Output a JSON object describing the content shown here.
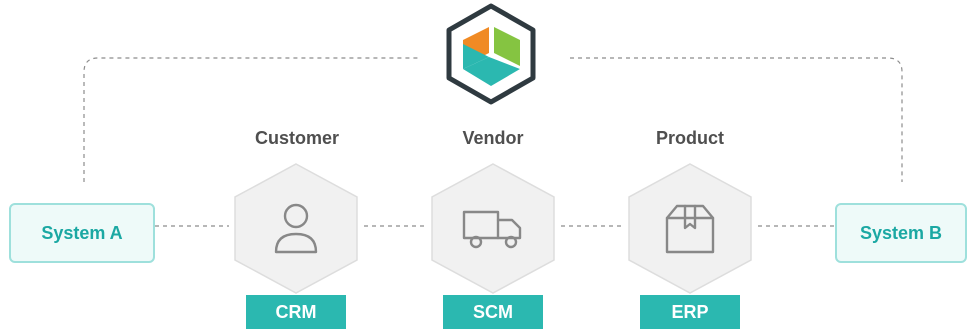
{
  "colors": {
    "accent": "#2bb8b0",
    "system_border": "#9ee0dc",
    "system_bg": "#eefaf9",
    "system_text": "#1ba8a3",
    "title_text": "#4f4f4f",
    "hex_fill": "#f1f1f1",
    "hex_stroke": "#dddddd",
    "icon_stroke": "#888888",
    "dashed_line": "#8c8c8c"
  },
  "logo": {
    "icon": "hexagon-cube-logo-icon"
  },
  "systems": {
    "a": {
      "label": "System A"
    },
    "b": {
      "label": "System B"
    }
  },
  "entities": [
    {
      "title": "Customer",
      "icon": "person-icon",
      "badge": "CRM"
    },
    {
      "title": "Vendor",
      "icon": "truck-icon",
      "badge": "SCM"
    },
    {
      "title": "Product",
      "icon": "box-icon",
      "badge": "ERP"
    }
  ]
}
